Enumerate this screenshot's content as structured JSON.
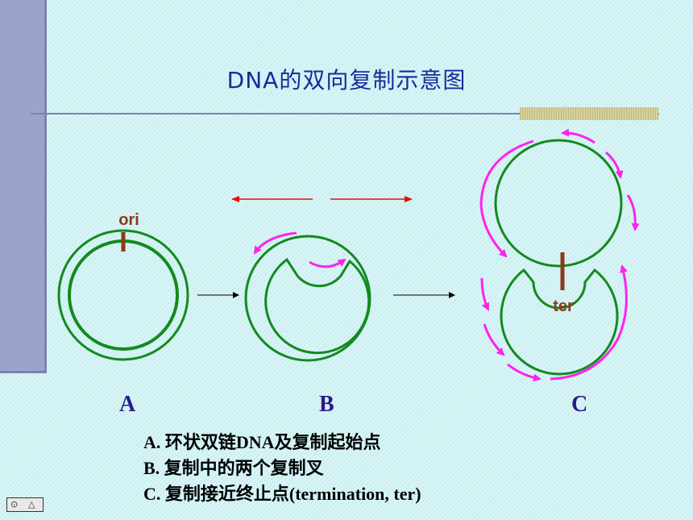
{
  "slide": {
    "title": "DNA的双向复制示意图",
    "labels": {
      "ori": "ori",
      "ter": "ter"
    },
    "panels": [
      "A",
      "B",
      "C"
    ],
    "legend": [
      "A. 环状双链DNA及复制起始点",
      "B. 复制中的两个复制叉",
      "C. 复制接近终止点(termination, ter)"
    ]
  },
  "colors": {
    "dna": "#138a1e",
    "marker": "#8b3a1a",
    "fork_arrow": "#ff22ee",
    "direction_arrow": "#dd1111",
    "title": "#1a2a99",
    "panel_label": "#2a1a88"
  },
  "icons": {
    "nav": "slide-nav-icon"
  }
}
